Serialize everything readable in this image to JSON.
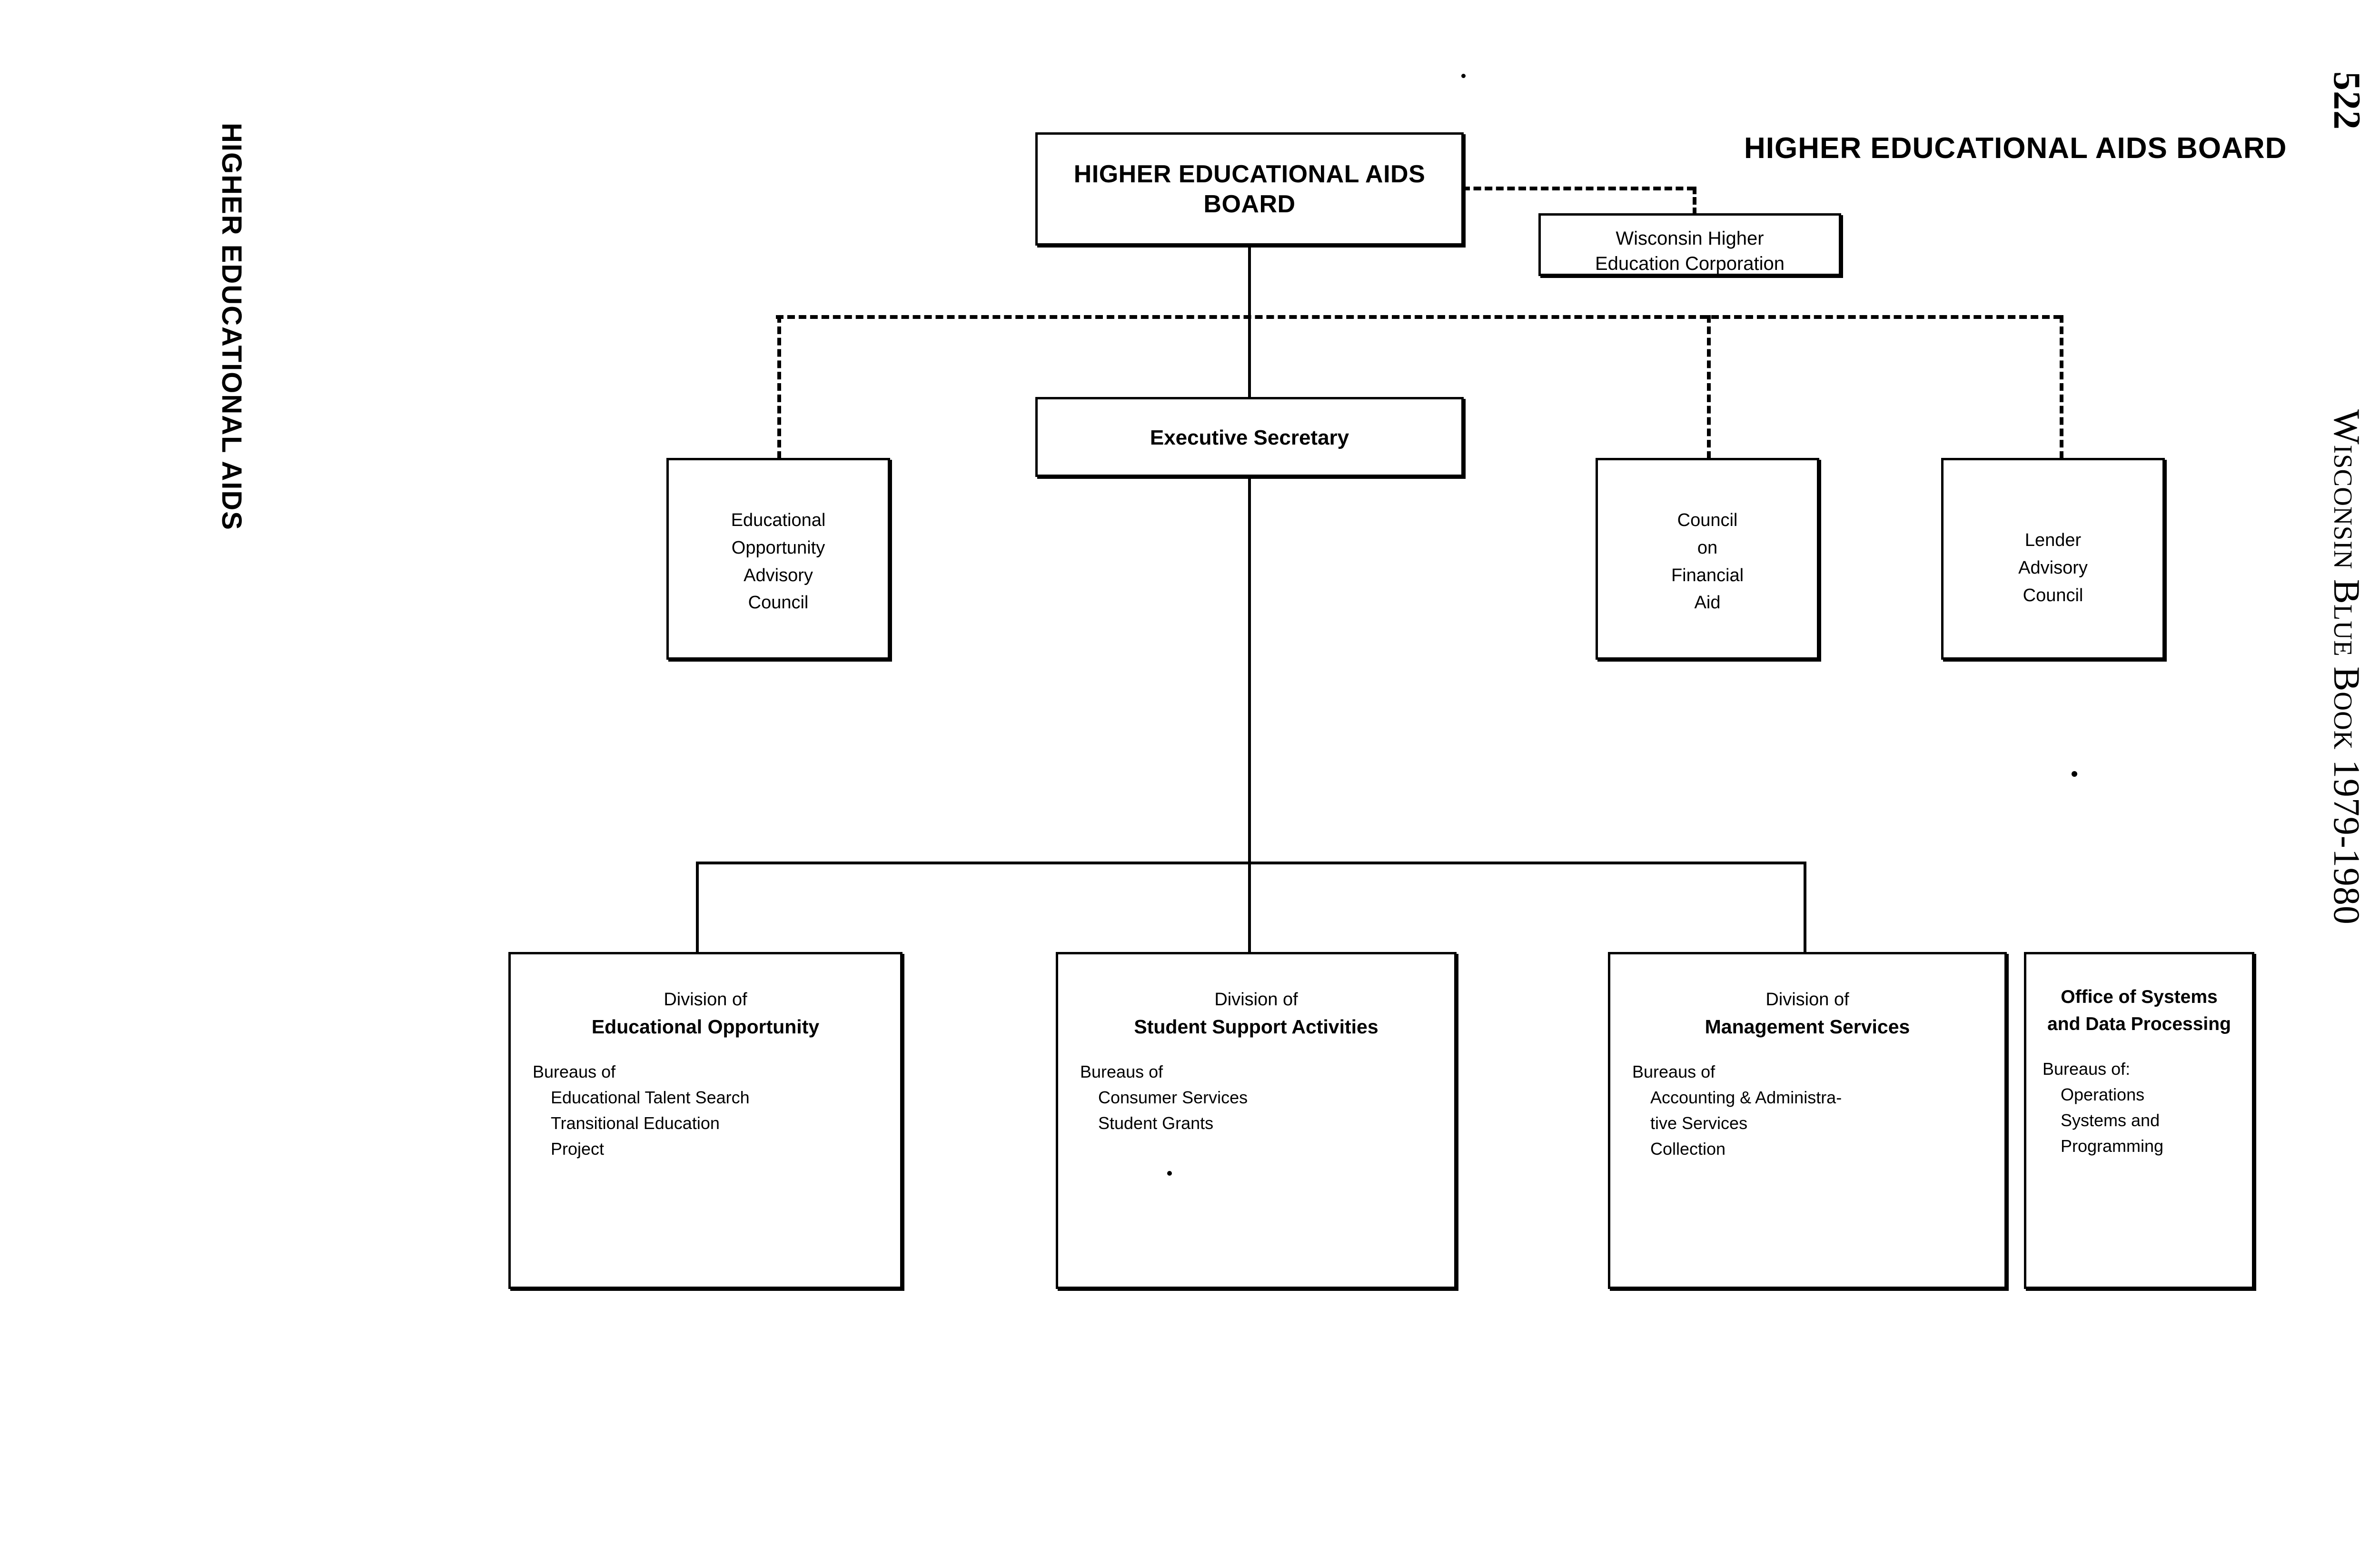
{
  "page": {
    "folio": "522",
    "book_title": "Wisconsin Blue Book 1979-1980",
    "running_head_left": "HIGHER EDUCATIONAL AIDS",
    "running_head_right": "HIGHER EDUCATIONAL AIDS BOARD"
  },
  "chart": {
    "title": "HIGHER EDUCATIONAL AIDS BOARD",
    "nodes": {
      "board": {
        "line1": "HIGHER EDUCATIONAL AIDS",
        "line2": "BOARD"
      },
      "corporation": {
        "line1": "Wisconsin Higher",
        "line2": "Education Corporation"
      },
      "executive_secretary": {
        "label": "Executive Secretary"
      },
      "educational_opportunity_advisory_council": {
        "line1": "Educational",
        "line2": "Opportunity",
        "line3": "Advisory",
        "line4": "Council"
      },
      "council_on_financial_aid": {
        "line1": "Council",
        "line2": "on",
        "line3": "Financial",
        "line4": "Aid"
      },
      "lender_advisory_council": {
        "line1": "Lender",
        "line2": "Advisory",
        "line3": "Council"
      }
    },
    "divisions": [
      {
        "prefix": "Division of",
        "name": "Educational Opportunity",
        "bureaus_label": "Bureaus of",
        "bureaus": [
          "Educational Talent Search",
          "Transitional Education",
          "Project"
        ]
      },
      {
        "prefix": "Division of",
        "name": "Student Support Activities",
        "bureaus_label": "Bureaus of",
        "bureaus": [
          "Consumer Services",
          "Student Grants"
        ]
      },
      {
        "prefix": "Division of",
        "name": "Management Services",
        "bureaus_label": "Bureaus of",
        "bureaus": [
          "Accounting & Administra-",
          "tive Services",
          "Collection"
        ]
      },
      {
        "prefix": "",
        "name": "Office of Systems",
        "name2": "and Data Processing",
        "bureaus_label": "Bureaus of:",
        "bureaus": [
          "Operations",
          "Systems and",
          "Programming"
        ]
      }
    ]
  },
  "colors": {
    "ink": "#000000",
    "paper": "#ffffff"
  }
}
